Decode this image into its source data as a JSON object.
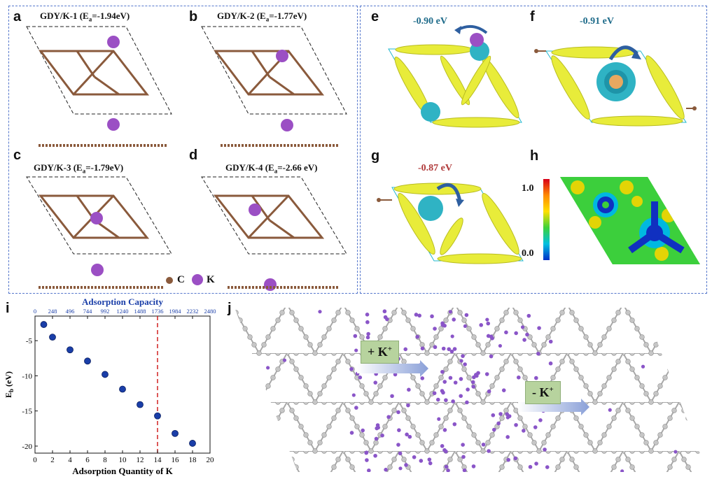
{
  "panels": {
    "a": {
      "letter": "a",
      "title_pre": "GDY/K-1 (E",
      "title_sub": "a",
      "title_post": "=-1.94eV)"
    },
    "b": {
      "letter": "b",
      "title_pre": "GDY/K-2 (E",
      "title_sub": "a",
      "title_post": "=-1.77eV)"
    },
    "c": {
      "letter": "c",
      "title_pre": "GDY/K-3 (E",
      "title_sub": "a",
      "title_post": "=-1.79eV)"
    },
    "d": {
      "letter": "d",
      "title_pre": "GDY/K-4 (E",
      "title_sub": "a",
      "title_post": "=-2.66 eV)"
    },
    "e": {
      "letter": "e",
      "energy": "-0.90 eV"
    },
    "f": {
      "letter": "f",
      "energy": "-0.91 eV"
    },
    "g": {
      "letter": "g",
      "energy": "-0.87 eV"
    },
    "h": {
      "letter": "h",
      "scale_max": "1.0",
      "scale_min": "0.0"
    },
    "i": {
      "letter": "i"
    },
    "j": {
      "letter": "j",
      "plus_label": "+ K",
      "minus_label": "- K",
      "ion_sup": "+"
    }
  },
  "legend": {
    "carbon": "C",
    "potassium": "K"
  },
  "colors": {
    "carbon": "#8a5a3c",
    "potassium": "#9b4fc4",
    "isosurface_yellow": "#e8ec3a",
    "isosurface_cyan": "#2fb3c4",
    "energy_blue": "#1e6b8a",
    "energy_red": "#b03a3a",
    "data_point": "#1a3ea8",
    "dashed_line": "#d02020"
  },
  "chart_data": {
    "type": "scatter",
    "title": "",
    "xlabel": "Adsorption Quantity of K",
    "ylabel": "Eb (eV)",
    "top_xlabel": "Adsorption Capacity",
    "xlim": [
      0,
      20
    ],
    "ylim": [
      -21,
      -1.5
    ],
    "x_ticks": [
      "0",
      "2",
      "4",
      "6",
      "8",
      "10",
      "12",
      "14",
      "16",
      "18",
      "20"
    ],
    "y_ticks": [
      "-5",
      "-10",
      "-15",
      "-20"
    ],
    "top_ticks": [
      "0",
      "248",
      "496",
      "744",
      "992",
      "1240",
      "1488",
      "1736",
      "1984",
      "2232",
      "2480"
    ],
    "series": [
      {
        "x": [
          1,
          2,
          4,
          6,
          8,
          10,
          12,
          14,
          16,
          18
        ],
        "y": [
          -2.7,
          -4.5,
          -6.3,
          -7.9,
          -9.8,
          -11.9,
          -14.1,
          -15.7,
          -18.2,
          -19.6
        ]
      }
    ],
    "marker_line_x": 14
  }
}
